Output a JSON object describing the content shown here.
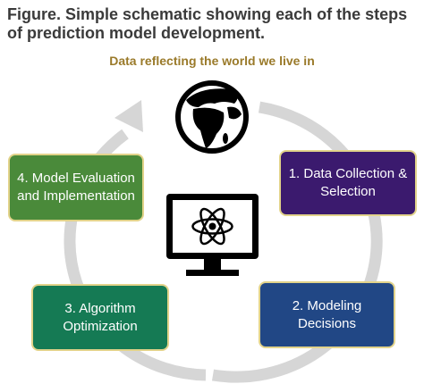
{
  "figure": {
    "caption": "Figure. Simple schematic showing each of the steps of prediction model development.",
    "title": "Data reflecting the world we live in"
  },
  "steps": [
    {
      "label": "1. Data Collection & Selection"
    },
    {
      "label": "2. Modeling Decisions"
    },
    {
      "label": "3. Algorithm Optimization"
    },
    {
      "label": "4. Model Evaluation and Implementation"
    }
  ],
  "icons": {
    "globe": "globe-icon",
    "monitor": "monitor-atom-icon"
  },
  "colors": {
    "step1": "#3b1a6e",
    "step2": "#214785",
    "step3": "#157a54",
    "step4": "#4a8a3a",
    "border": "#e2d38a",
    "title": "#9a7a2a",
    "cycle_arrow": "#d6d6d6"
  }
}
